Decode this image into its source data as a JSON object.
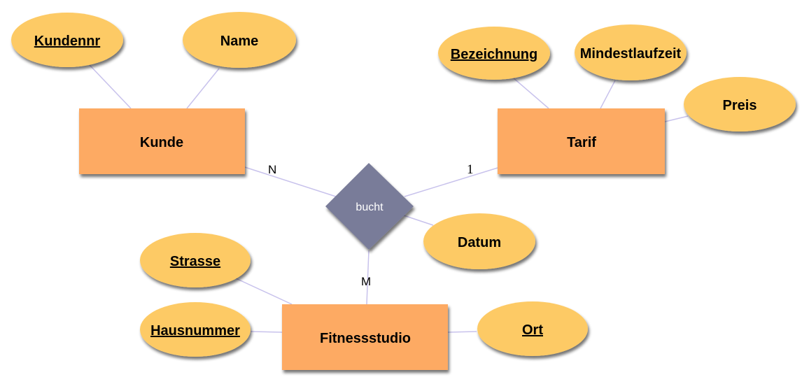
{
  "diagram": {
    "type": "er-diagram",
    "colors": {
      "entity_fill": "#fdaa63",
      "attribute_fill": "#fdca65",
      "relationship_fill": "#797b99",
      "connector": "#c8c2ec",
      "shadow": "#555555"
    },
    "entities": [
      {
        "id": "kunde",
        "label": "Kunde"
      },
      {
        "id": "tarif",
        "label": "Tarif"
      },
      {
        "id": "fitnessstudio",
        "label": "Fitnessstudio"
      }
    ],
    "relationships": [
      {
        "id": "bucht",
        "label": "bucht"
      }
    ],
    "attributes": [
      {
        "id": "kundennr",
        "label": "Kundennr",
        "key": true,
        "owner": "kunde"
      },
      {
        "id": "name",
        "label": "Name",
        "key": false,
        "owner": "kunde"
      },
      {
        "id": "bezeichnung",
        "label": "Bezeichnung",
        "key": true,
        "owner": "tarif"
      },
      {
        "id": "mindestlaufzeit",
        "label": "Mindestlaufzeit",
        "key": false,
        "owner": "tarif"
      },
      {
        "id": "preis",
        "label": "Preis",
        "key": false,
        "owner": "tarif"
      },
      {
        "id": "datum",
        "label": "Datum",
        "key": false,
        "owner": "bucht"
      },
      {
        "id": "strasse",
        "label": "Strasse",
        "key": true,
        "owner": "fitnessstudio"
      },
      {
        "id": "hausnummer",
        "label": "Hausnummer",
        "key": true,
        "owner": "fitnessstudio"
      },
      {
        "id": "ort",
        "label": "Ort",
        "key": true,
        "owner": "fitnessstudio"
      }
    ],
    "cardinalities": [
      {
        "entity": "kunde",
        "relationship": "bucht",
        "label": "N"
      },
      {
        "entity": "tarif",
        "relationship": "bucht",
        "label": "1"
      },
      {
        "entity": "fitnessstudio",
        "relationship": "bucht",
        "label": "M"
      }
    ]
  }
}
